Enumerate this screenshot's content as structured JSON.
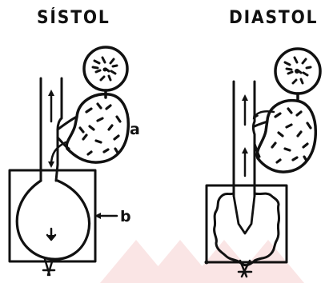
{
  "titles": {
    "left": "SÍSTOL",
    "right": "DIASTOL"
  },
  "labels": {
    "a": "a",
    "b": "b"
  }
}
